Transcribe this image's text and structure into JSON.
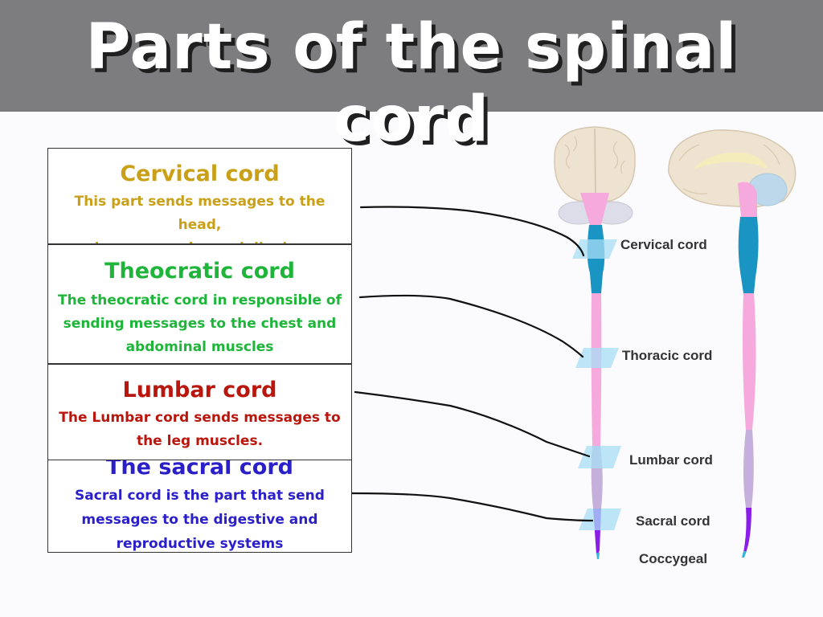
{
  "title": "Parts of the spinal cord",
  "boxes": [
    {
      "heading": "Cervical cord",
      "lines": [
        "This part sends messages to the head,",
        "neck, arm muscles and diaphragm"
      ],
      "color": "#c9a018"
    },
    {
      "heading": "Theocratic cord",
      "lines": [
        "The theocratic cord in responsible of",
        "sending messages to the chest and",
        "abdominal muscles"
      ],
      "color": "#1fb53a"
    },
    {
      "heading": "Lumbar cord",
      "lines": [
        "The Lumbar cord sends messages to",
        "the leg muscles."
      ],
      "color": "#b9160e"
    },
    {
      "heading": "The sacral cord",
      "lines": [
        "Sacral cord is the part that send",
        "messages to the digestive and",
        "reproductive systems"
      ],
      "color": "#2a1fc9"
    }
  ],
  "diagram_labels": {
    "cervical": "Cervical cord",
    "thoracic": "Thoracic cord",
    "lumbar": "Lumbar cord",
    "sacral": "Sacral cord",
    "coccygeal": "Coccygeal"
  },
  "colors": {
    "cervical_segment": "#1a94c2",
    "thoracic_segment": "#f5a9dc",
    "lumbar_segment": "#c5b0dc",
    "sacral_segment": "#8a1ee8",
    "brainstem": "#f5a9dc",
    "brain": "#eee2d0",
    "level_marker": "#a8def5"
  }
}
